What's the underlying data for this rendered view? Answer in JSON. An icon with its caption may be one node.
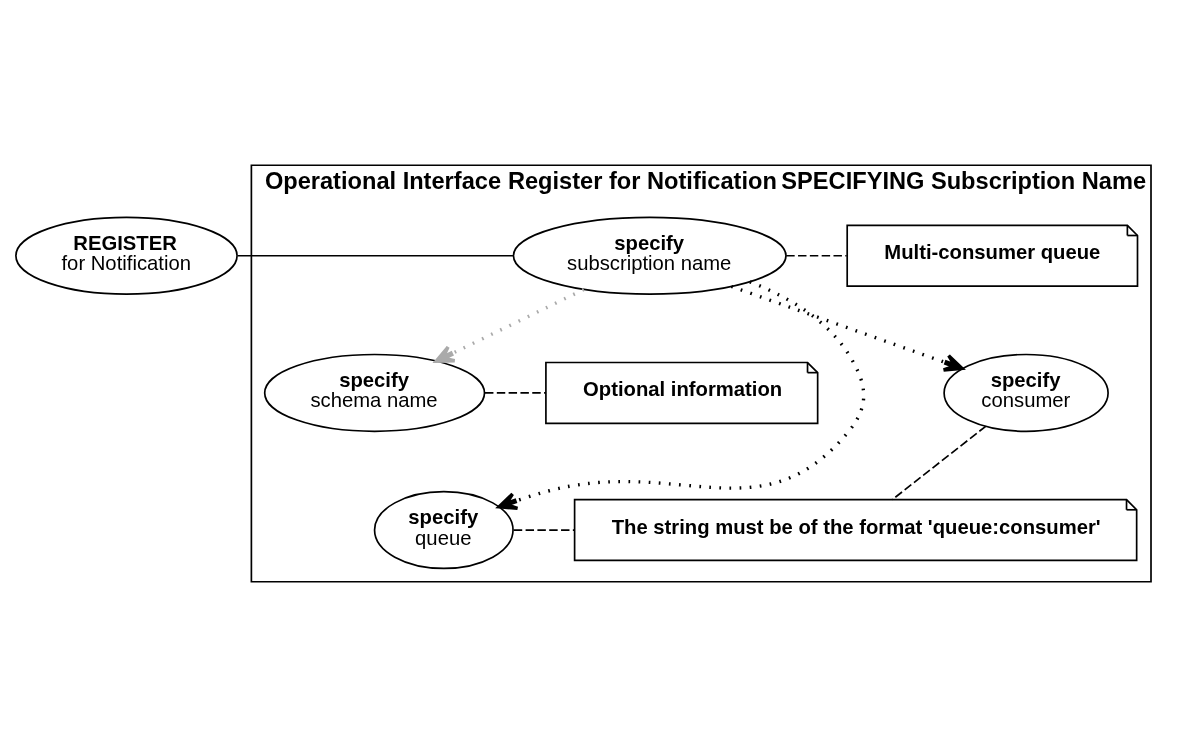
{
  "diagram": {
    "nodes": [
      {
        "text": [
          "Operational Interface",
          "Register for Notification",
          "SPECIFYING Subscription Name"
        ]
      },
      {
        "text": [
          "REGISTER",
          "for Notification"
        ]
      },
      {
        "text": [
          "specify",
          "subscription name"
        ],
        "in": 0
      },
      {
        "text": [
          "Multi-consumer queue"
        ],
        "in": 0
      },
      {
        "text": [
          "specify",
          "schema name"
        ],
        "in": 0
      },
      {
        "text": [
          "Optional information"
        ],
        "in": 0
      },
      {
        "text": [
          "specify",
          "queue"
        ],
        "in": 0
      },
      {
        "text": [
          "The string must be of the format 'queue:consumer'"
        ],
        "in": 0
      },
      {
        "text": [
          "specify",
          "consumer"
        ],
        "in": 0
      }
    ],
    "edges": [
      {
        "from": 1,
        "to": 2,
        "arrow": "none"
      },
      {
        "from": 2,
        "to": 3,
        "arrow": "none",
        "style": "dashed"
      },
      {
        "from": 2,
        "to": 4,
        "arrow": "to",
        "style": "dashed",
        "color": "#aaaaaa"
      },
      {
        "from": 4,
        "to": 5,
        "arrow": "none",
        "style": "dashed"
      },
      {
        "from": 2,
        "to": 6,
        "arrow": "to",
        "style": "dashed"
      },
      {
        "from": 6,
        "to": 7,
        "arrow": "none",
        "style": "dashed"
      },
      {
        "from": 2,
        "to": 8,
        "arrow": "to",
        "style": "dashed"
      },
      {
        "from": 8,
        "to": 7,
        "arrow": "none",
        "style": "dashed"
      }
    ]
  }
}
